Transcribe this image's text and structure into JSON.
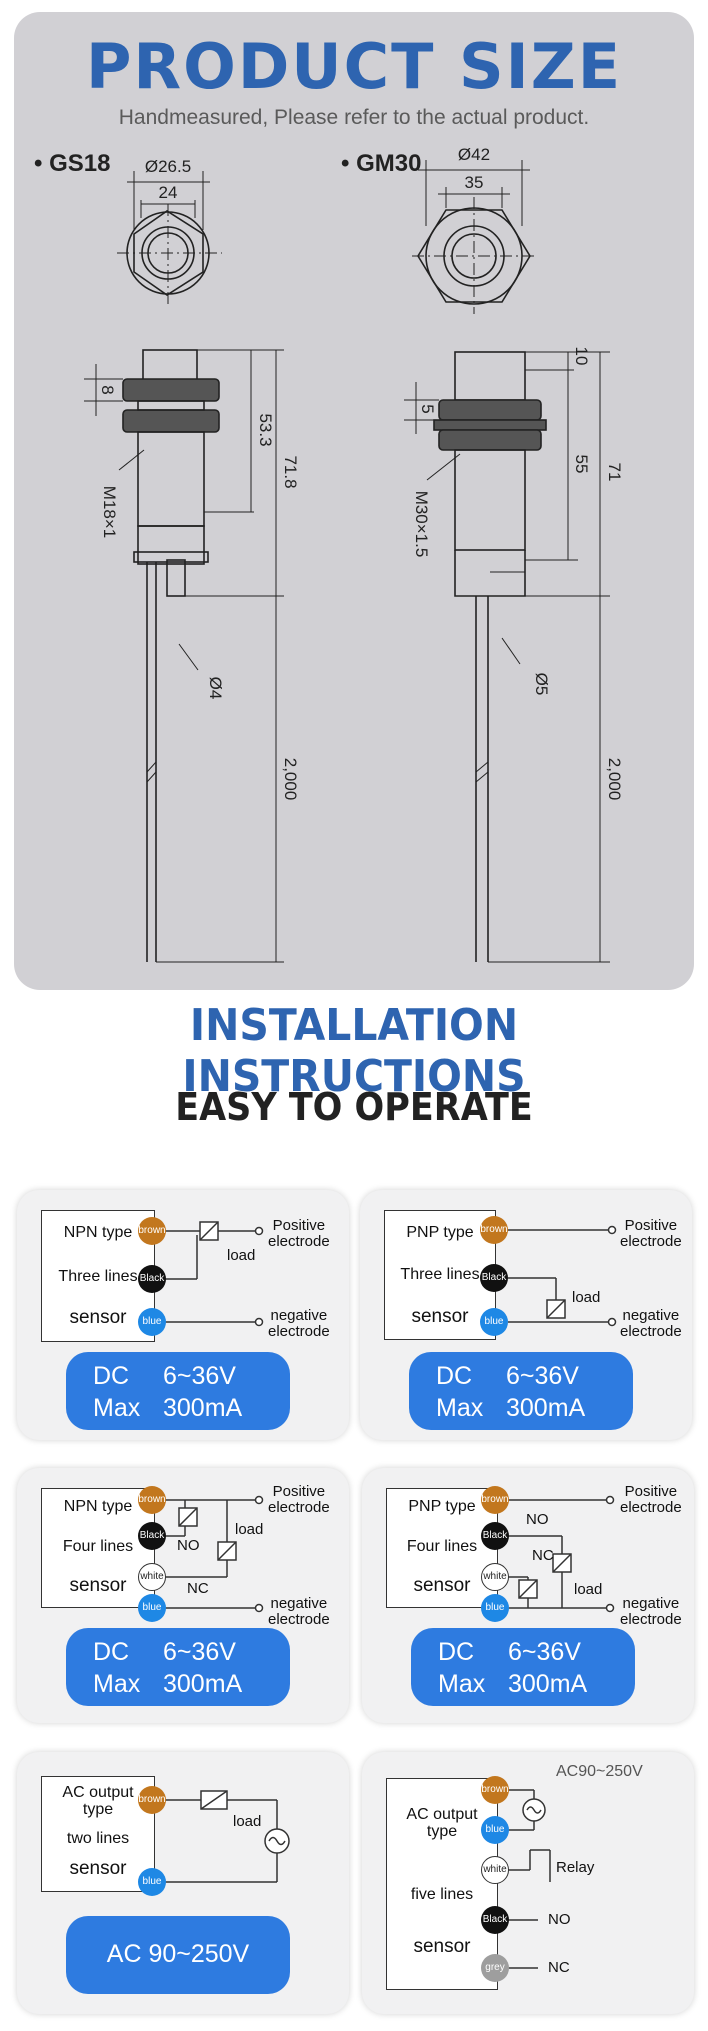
{
  "product_size": {
    "title": "PRODUCT SIZE",
    "subtitle": "Handmeasured, Please refer to the actual product.",
    "models": [
      {
        "name": "GS18",
        "outer_dia": "Ø26.5",
        "hex": "24",
        "nut": "8",
        "body": "53.3",
        "total": "71.8",
        "thread": "M18×1",
        "cable_dia": "Ø4",
        "cable_len": "2,000"
      },
      {
        "name": "GM30",
        "outer_dia": "Ø42",
        "hex": "35",
        "top": "10",
        "nut": "5",
        "body": "55",
        "total": "71",
        "thread": "M30×1.5",
        "cable_dia": "Ø5",
        "cable_len": "2,000"
      }
    ]
  },
  "installation": {
    "title": "INSTALLATION INSTRUCTIONS",
    "subtitle": "EASY TO OPERATE"
  },
  "cards": [
    {
      "type": "NPN type",
      "lines": "Three lines",
      "sensor": "sensor",
      "wires": [
        "brown",
        "Black",
        "blue"
      ],
      "load": "load",
      "pos": [
        "Positive",
        "electrode"
      ],
      "neg": [
        "negative",
        "electrode"
      ],
      "spec": [
        [
          "DC",
          "6~36V"
        ],
        [
          "Max",
          "300mA"
        ]
      ]
    },
    {
      "type": "PNP type",
      "lines": "Three lines",
      "sensor": "sensor",
      "wires": [
        "brown",
        "Black",
        "blue"
      ],
      "load": "load",
      "pos": [
        "Positive",
        "electrode"
      ],
      "neg": [
        "negative",
        "electrode"
      ],
      "spec": [
        [
          "DC",
          "6~36V"
        ],
        [
          "Max",
          "300mA"
        ]
      ]
    },
    {
      "type": "NPN type",
      "lines": "Four lines",
      "sensor": "sensor",
      "wires": [
        "brown",
        "Black",
        "white",
        "blue"
      ],
      "load": "load",
      "no": "NO",
      "nc": "NC",
      "pos": [
        "Positive",
        "electrode"
      ],
      "neg": [
        "negative",
        "electrode"
      ],
      "spec": [
        [
          "DC",
          "6~36V"
        ],
        [
          "Max",
          "300mA"
        ]
      ]
    },
    {
      "type": "PNP type",
      "lines": "Four lines",
      "sensor": "sensor",
      "wires": [
        "brown",
        "Black",
        "white",
        "blue"
      ],
      "load": "load",
      "no": "NO",
      "nc": "NC",
      "pos": [
        "Positive",
        "electrode"
      ],
      "neg": [
        "negative",
        "electrode"
      ],
      "spec": [
        [
          "DC",
          "6~36V"
        ],
        [
          "Max",
          "300mA"
        ]
      ]
    },
    {
      "type": [
        "AC output",
        "type"
      ],
      "lines": "two lines",
      "sensor": "sensor",
      "wires": [
        "brown",
        "blue"
      ],
      "load": "load",
      "spec": "AC 90~250V"
    },
    {
      "type": [
        "AC output",
        "type"
      ],
      "lines": "five lines",
      "sensor": "sensor",
      "wires": [
        "brown",
        "blue",
        "white",
        "Black",
        "grey"
      ],
      "voltage": "AC90~250V",
      "relay": "Relay",
      "no": "NO",
      "nc": "NC"
    }
  ],
  "colors": {
    "accent_blue": "#2e64b0",
    "button_blue": "#2e7be0",
    "panel_grey": "#d1d0d4",
    "wire_brown": "#c2771e",
    "wire_blue": "#1e88e5",
    "wire_black": "#111111",
    "wire_grey": "#9e9e9e"
  }
}
